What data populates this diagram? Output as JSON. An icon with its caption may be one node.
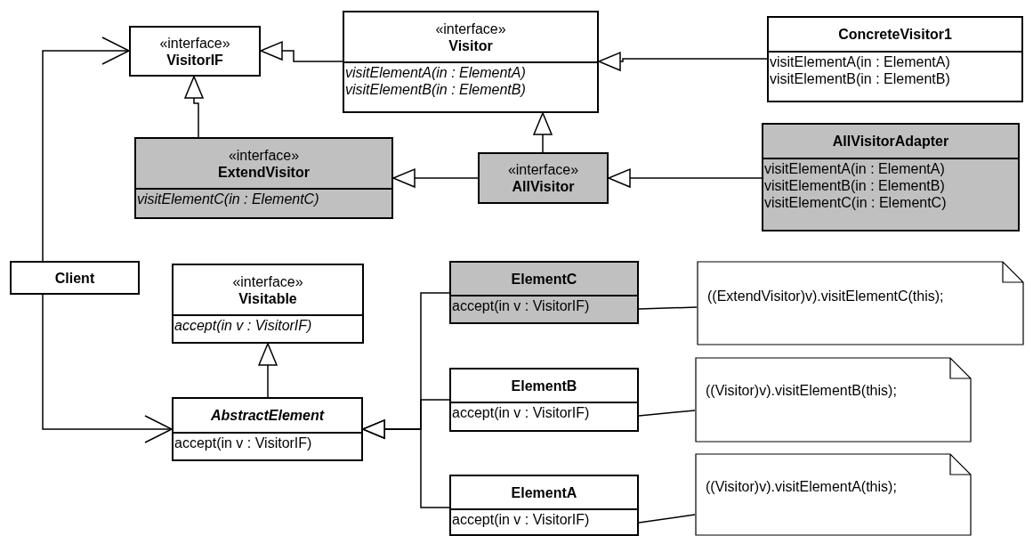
{
  "diagram": {
    "nodes": [
      {
        "text": [
          "«interface»",
          "VisitorIF"
        ]
      },
      {
        "text": [
          "«interface»",
          "Visitor",
          "visitElementA(in : ElementA)",
          "visitElementB(in : ElementB)"
        ]
      },
      {
        "text": [
          "ConcreteVisitor1",
          "visitElementA(in : ElementA)",
          "visitElementB(in : ElementB)"
        ]
      },
      {
        "text": [
          "«interface»",
          "ExtendVisitor",
          "visitElementC(in : ElementC)"
        ]
      },
      {
        "text": [
          "«interface»",
          "AllVisitor"
        ]
      },
      {
        "text": [
          "AllVisitorAdapter",
          "visitElementA(in : ElementA)",
          "visitElementB(in : ElementB)",
          "visitElementC(in : ElementC)"
        ]
      },
      {
        "text": [
          "Client"
        ]
      },
      {
        "text": [
          "«interface»",
          "Visitable",
          "accept(in v : VisitorIF)"
        ]
      },
      {
        "text": [
          "AbstractElement",
          "accept(in v : VisitorIF)"
        ]
      },
      {
        "text": [
          "ElementC",
          "accept(in v : VisitorIF)"
        ]
      },
      {
        "text": [
          "ElementB",
          "accept(in v : VisitorIF)"
        ]
      },
      {
        "text": [
          "ElementA",
          "accept(in v : VisitorIF)"
        ]
      },
      {
        "text": [
          "((ExtendVisitor)v).visitElementC(this);"
        ]
      },
      {
        "text": [
          "((Visitor)v).visitElementB(this);"
        ]
      },
      {
        "text": [
          "((Visitor)v).visitElementA(this);"
        ]
      }
    ],
    "edges": [
      {
        "from": 1,
        "to": 0,
        "arrow": "to"
      },
      {
        "from": 2,
        "to": 1,
        "arrow": "to"
      },
      {
        "from": 3,
        "to": 0,
        "arrow": "to"
      },
      {
        "from": 4,
        "to": 1,
        "arrow": "to"
      },
      {
        "from": 4,
        "to": 3,
        "arrow": "to"
      },
      {
        "from": 5,
        "to": 4,
        "arrow": "to"
      },
      {
        "from": 6,
        "to": 0,
        "arrow": "to"
      },
      {
        "from": 6,
        "to": 8,
        "arrow": "to"
      },
      {
        "from": 8,
        "to": 7,
        "arrow": "to"
      },
      {
        "from": 9,
        "to": 8,
        "arrow": "to"
      },
      {
        "from": 10,
        "to": 8,
        "arrow": "to"
      },
      {
        "from": 11,
        "to": 8,
        "arrow": "to"
      },
      {
        "from": 9,
        "to": 12,
        "arrow": "none"
      },
      {
        "from": 10,
        "to": 13,
        "arrow": "none"
      },
      {
        "from": 11,
        "to": 14,
        "arrow": "none"
      }
    ]
  }
}
